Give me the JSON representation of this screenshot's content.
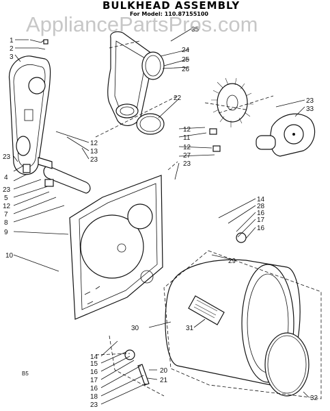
{
  "header": {
    "title": "BULKHEAD ASSEMBLY",
    "model": "For Model: 110.87155100"
  },
  "watermark": "AppliancePartsPros.com",
  "footer_code": "B5",
  "callouts": {
    "c1": "1",
    "c2": "2",
    "c3": "3",
    "c35": "35",
    "c24": "24",
    "c25": "25",
    "c26": "26",
    "c22": "22",
    "c23a": "23",
    "c33": "33",
    "c12a": "12",
    "c13": "13",
    "c23b": "23",
    "c12b": "12",
    "c11": "11",
    "c12c": "12",
    "c27": "27",
    "c23c": "23",
    "c23d": "23",
    "c4": "4",
    "c23e": "23",
    "c5": "5",
    "c12d": "12",
    "c7": "7",
    "c8": "8",
    "c9": "9",
    "c14a": "14",
    "c28": "28",
    "c16a": "16",
    "c17a": "17",
    "c16b": "16",
    "c10": "10",
    "c29": "29",
    "c30": "30",
    "c31": "31",
    "c14b": "14",
    "c15": "15",
    "c16c": "16",
    "c17b": "17",
    "c16d": "16",
    "c18": "18",
    "c23f": "23",
    "c20": "20",
    "c21": "21",
    "c32": "32"
  }
}
